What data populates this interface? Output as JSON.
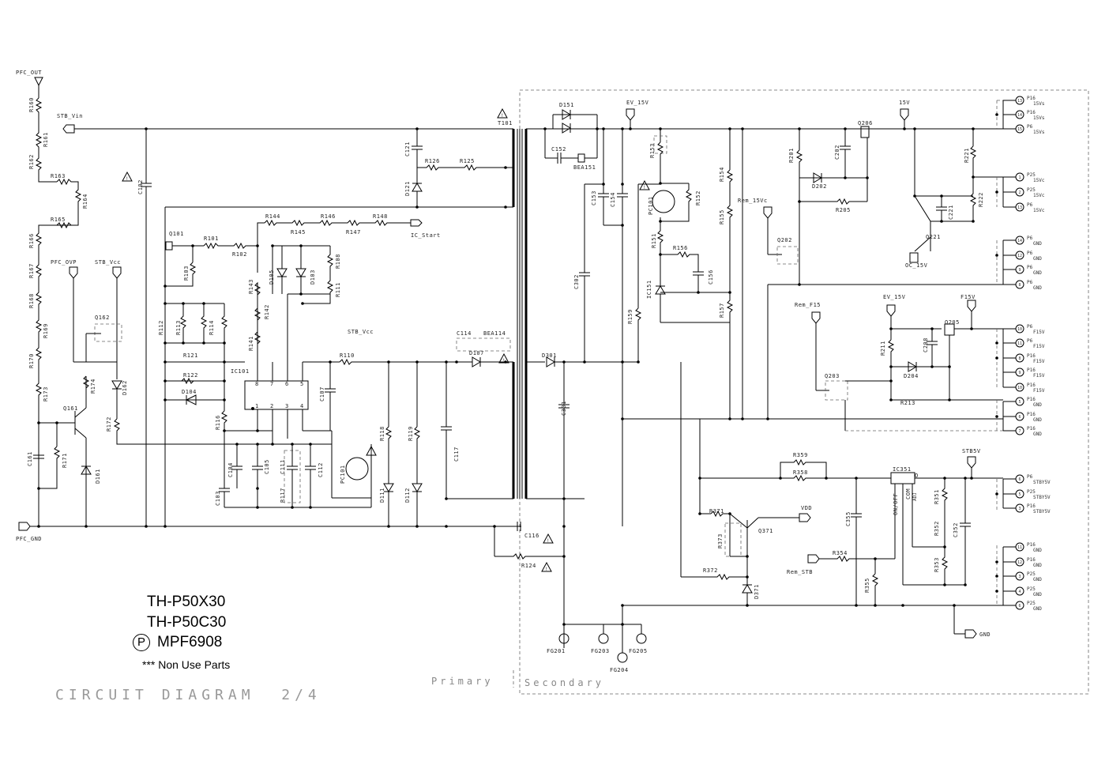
{
  "nets": {
    "pfc_out": "PFC_OUT",
    "stb_vin": "STB_Vin",
    "pfc_ovp": "PFC_OVP",
    "stb_vcc_left": "STB_Vcc",
    "stb_vcc_mid": "STB_Vcc",
    "pfc_gnd": "PFC_GND",
    "ic_start": "IC_Start",
    "ev_15v_top": "EV_15V",
    "v15_top": "15V",
    "rem_15vc": "Rem_15Vc",
    "oc_15v": "OC_15V",
    "rem_f15": "Rem_F15",
    "ev_15v_mid": "EV_15V",
    "f15v": "F15V",
    "stb5v": "STB5V",
    "vdd": "VDD",
    "rem_stb": "Rem_STB",
    "gnd": "GND"
  },
  "components": {
    "r160": "R160",
    "r161": "R161",
    "r162": "R162",
    "r163": "R163",
    "r164": "R164",
    "r165": "R165",
    "r166": "R166",
    "r167": "R167",
    "r168": "R168",
    "r169": "R169",
    "r170": "R170",
    "r173": "R173",
    "r174": "R174",
    "r172": "R172",
    "r171": "R171",
    "c161": "C161",
    "q161": "Q161",
    "d161": "D161",
    "q162": "Q162",
    "d162": "D162",
    "c102": "C102",
    "q101": "Q101",
    "r101": "R101",
    "r102": "R102",
    "r103": "R103",
    "r112": "R112",
    "r113": "R113",
    "r114": "R114",
    "r121": "R121",
    "r122": "R122",
    "d104": "D104",
    "r116": "R116",
    "c104": "C104",
    "c105": "C105",
    "c103": "C103",
    "c111": "C111",
    "r117": "R117",
    "c112": "C112",
    "pc101a": "PC101",
    "ic101": "IC101",
    "c107": "C107",
    "r141": "R141",
    "r142": "R142",
    "r143": "R143",
    "r144": "R144",
    "r145": "R145",
    "r146": "R146",
    "r147": "R147",
    "r148": "R148",
    "d105": "D105",
    "d103": "D103",
    "r108": "R108",
    "r111": "R111",
    "r110": "R110",
    "r118": "R118",
    "r119": "R119",
    "d111": "D111",
    "d112": "D112",
    "c117": "C117",
    "c114": "C114",
    "bea114": "BEA114",
    "d107": "D107",
    "c121": "C121",
    "r126": "R126",
    "r125": "R125",
    "d121": "D121",
    "t101": "T101",
    "c116": "C116",
    "r124": "R124",
    "d151": "D151",
    "c152": "C152",
    "bea151": "BEA151",
    "c153": "C153",
    "c154": "C154",
    "c302": "C302",
    "d301": "D301",
    "c301": "C301",
    "r153": "R153",
    "pc101b": "PC101",
    "r152": "R152",
    "r151": "R151",
    "r156": "R156",
    "c156": "C156",
    "ic151": "IC151",
    "r157": "R157",
    "r159": "R159",
    "r154": "R154",
    "r155": "R155",
    "r201": "R201",
    "c202": "C202",
    "q206": "Q206",
    "d202": "D202",
    "r205": "R205",
    "q202": "Q202",
    "r221": "R221",
    "c221": "C221",
    "r222": "R222",
    "q221": "Q221",
    "r211": "R211",
    "c208": "C208",
    "q205": "Q205",
    "d204": "D204",
    "q203": "Q203",
    "r213": "R213",
    "r359": "R359",
    "r358": "R358",
    "ic351": "IC351",
    "r351": "R351",
    "r352": "R352",
    "c352": "C352",
    "r353": "R353",
    "c355": "C355",
    "r354": "R354",
    "r355": "R355",
    "r371": "R371",
    "q371": "Q371",
    "r373": "R373",
    "r372": "R372",
    "d371": "D371",
    "fg201": "FG201",
    "fg203": "FG203",
    "fg204": "FG204",
    "fg205": "FG205",
    "onoff": "ON/OFF",
    "com": "COM",
    "adj": "ADJ",
    "o": "O"
  },
  "ic101_pins": [
    "8",
    "7",
    "6",
    "5",
    "1",
    "2",
    "3",
    "4"
  ],
  "connectors": [
    {
      "num": "13",
      "pin": "P16",
      "net": "15Vs"
    },
    {
      "num": "14",
      "pin": "P16",
      "net": "15Vs"
    },
    {
      "num": "15",
      "pin": "P6",
      "net": "15Vs"
    },
    {
      "num": "1",
      "pin": "P25",
      "net": "15Vc"
    },
    {
      "num": "2",
      "pin": "P25",
      "net": "15Vc"
    },
    {
      "num": "13",
      "pin": "P6",
      "net": "15Vc"
    },
    {
      "num": "14",
      "pin": "P6",
      "net": "GND"
    },
    {
      "num": "12",
      "pin": "P6",
      "net": "GND"
    },
    {
      "num": "9",
      "pin": "P6",
      "net": "GND"
    },
    {
      "num": "8",
      "pin": "P6",
      "net": "GND"
    },
    {
      "num": "10",
      "pin": "P6",
      "net": "F15V"
    },
    {
      "num": "11",
      "pin": "P6",
      "net": "F15V"
    },
    {
      "num": "8",
      "pin": "P16",
      "net": "F15V"
    },
    {
      "num": "9",
      "pin": "P16",
      "net": "F15V"
    },
    {
      "num": "10",
      "pin": "P16",
      "net": "F15V"
    },
    {
      "num": "5",
      "pin": "P16",
      "net": "GND"
    },
    {
      "num": "6",
      "pin": "P16",
      "net": "GND"
    },
    {
      "num": "7",
      "pin": "P16",
      "net": "GND"
    },
    {
      "num": "6",
      "pin": "P6",
      "net": "STBY5V"
    },
    {
      "num": "5",
      "pin": "P25",
      "net": "STBY5V"
    },
    {
      "num": "3",
      "pin": "P16",
      "net": "STBY5V"
    },
    {
      "num": "11",
      "pin": "P16",
      "net": "GND"
    },
    {
      "num": "12",
      "pin": "P16",
      "net": "GND"
    },
    {
      "num": "3",
      "pin": "P25",
      "net": "GND"
    },
    {
      "num": "4",
      "pin": "P25",
      "net": "GND"
    },
    {
      "num": "6",
      "pin": "P25",
      "net": "GND"
    }
  ],
  "regions": {
    "primary": "Primary",
    "secondary": "Secondary"
  },
  "models": {
    "model1": "TH-P50X30",
    "model2": "TH-P50C30",
    "part_symbol": "P",
    "part_number": "MPF6908",
    "note": "*** Non Use Parts"
  },
  "title": "CIRCUIT DIAGRAM  2/4"
}
